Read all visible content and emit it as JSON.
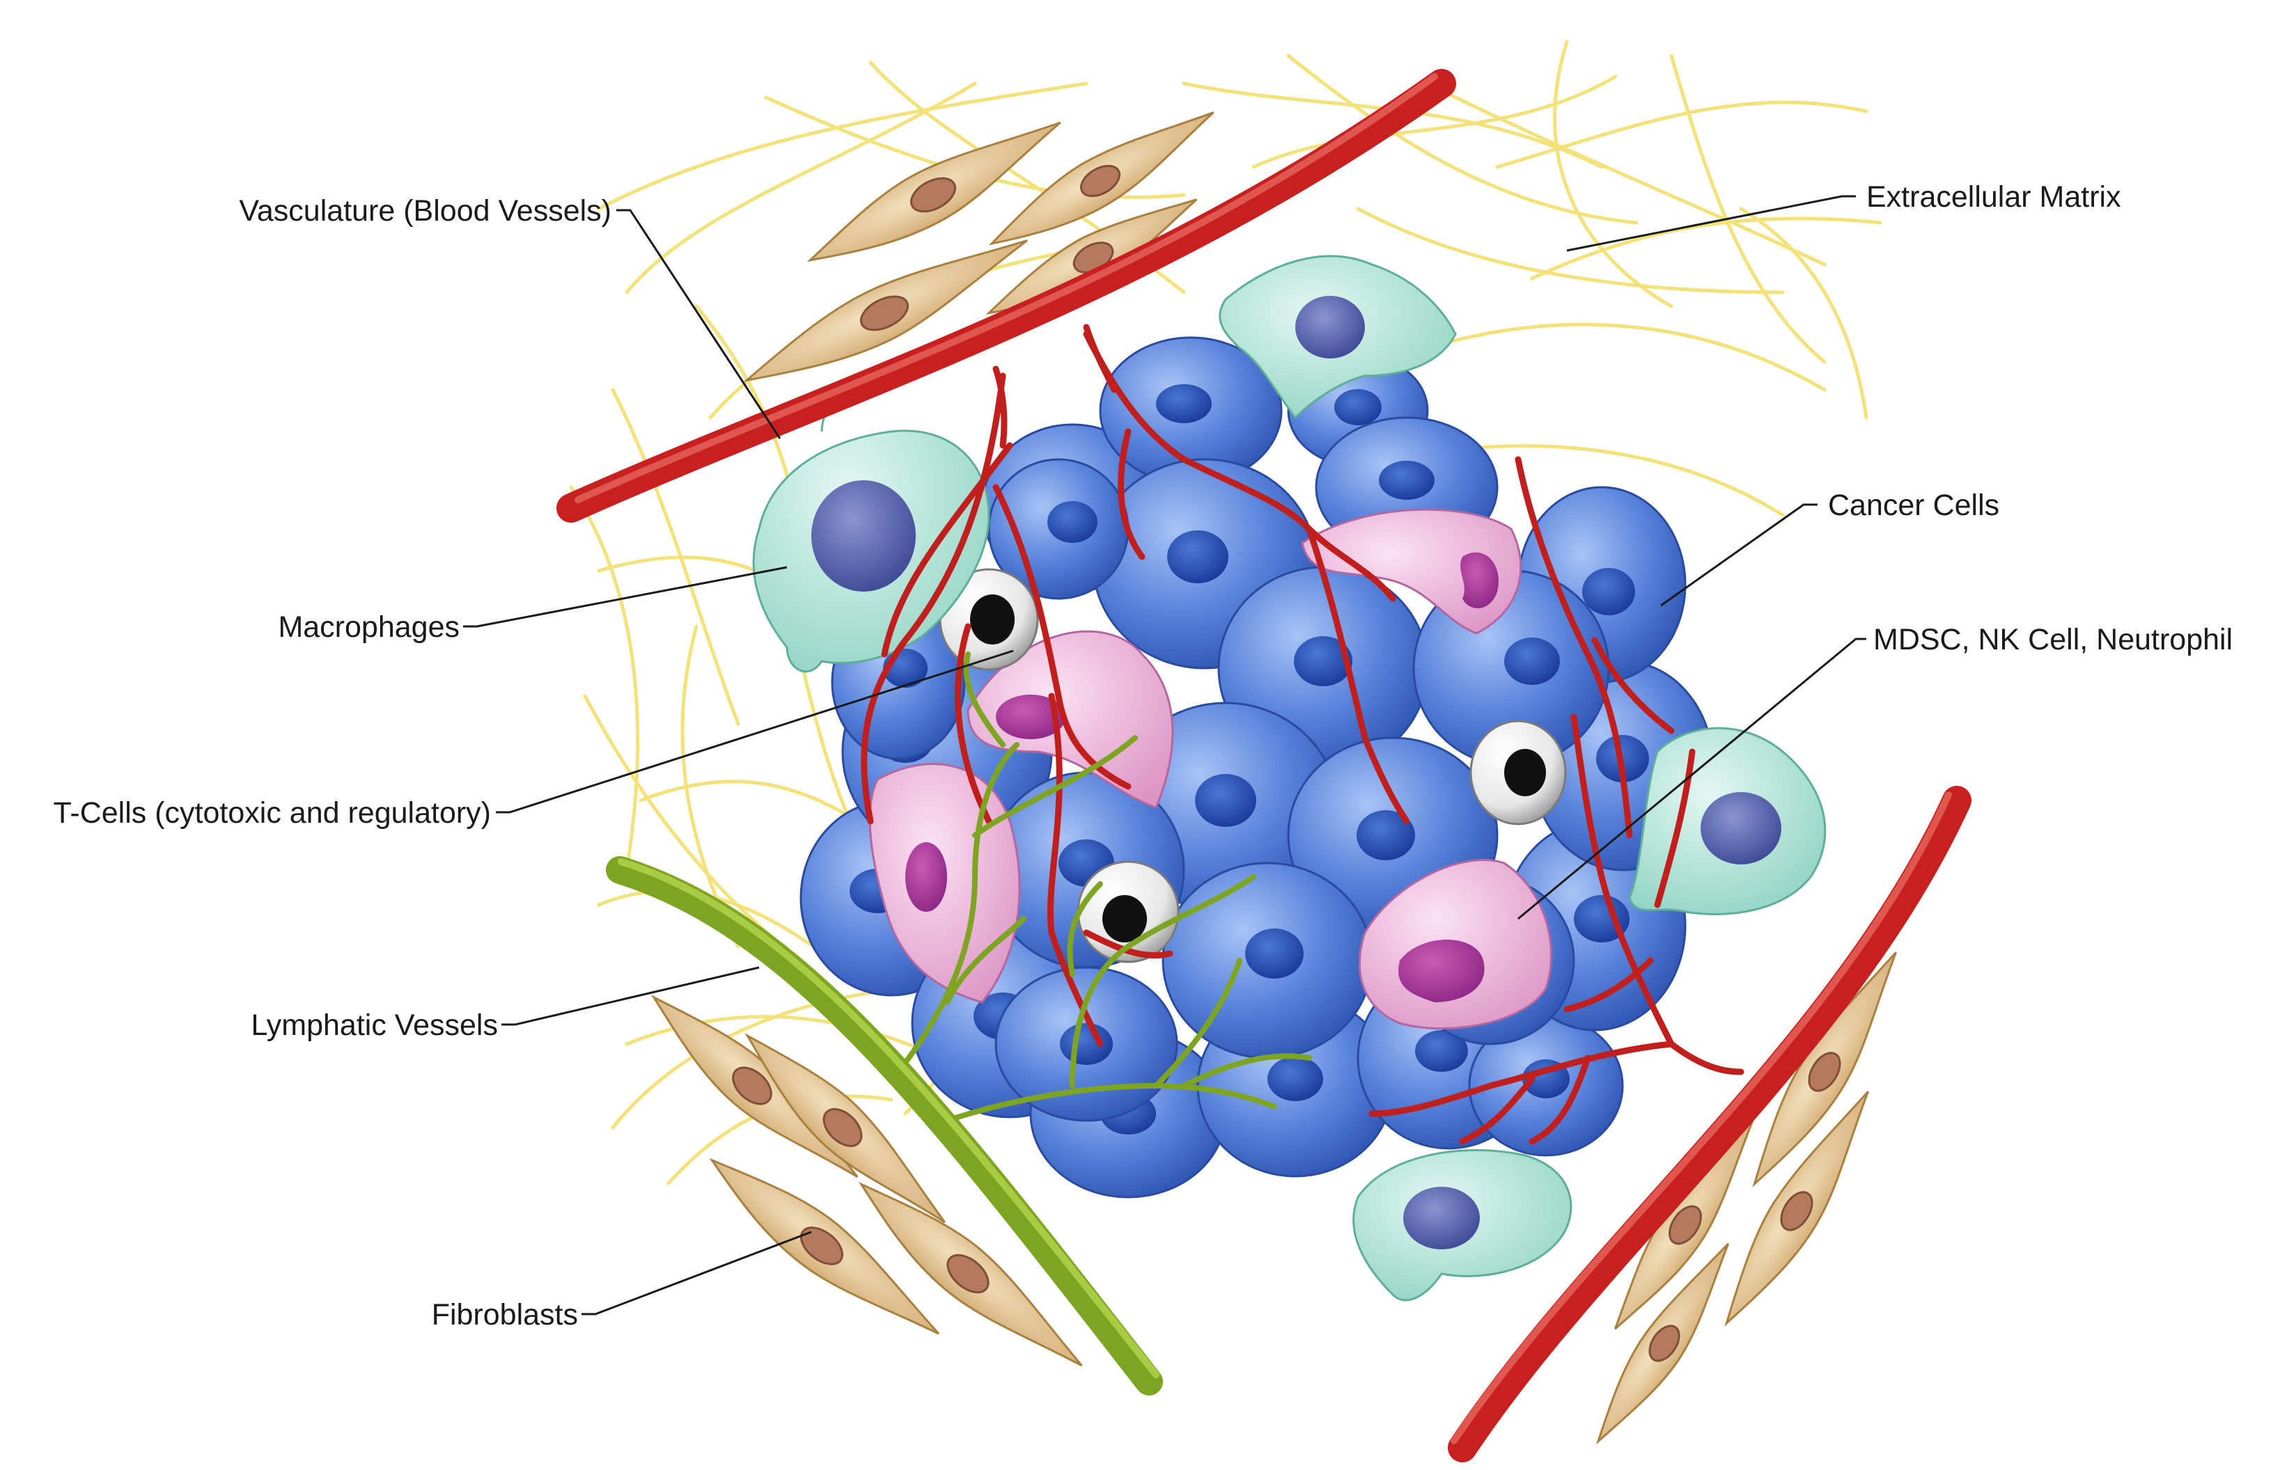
{
  "labels": {
    "vasculature": "Vasculature (Blood Vessels)",
    "ecm": "Extracellular Matrix",
    "cancer_cells": "Cancer Cells",
    "macrophages": "Macrophages",
    "mdsc": "MDSC, NK Cell, Neutrophil",
    "tcells": "T-Cells (cytotoxic and regulatory)",
    "lymphatic": "Lymphatic Vessels",
    "fibroblasts": "Fibroblasts"
  },
  "colors": {
    "cancer_cell": "#5b86dd",
    "macrophage": "#a8e0d2",
    "mdsc": "#ecaed6",
    "t_cell": "#f0f0f0",
    "blood_vessel": "#c8201f",
    "lymphatic_vessel": "#86ad22",
    "fibroblast": "#e2c596",
    "ecm_fiber": "#f3e27a"
  }
}
